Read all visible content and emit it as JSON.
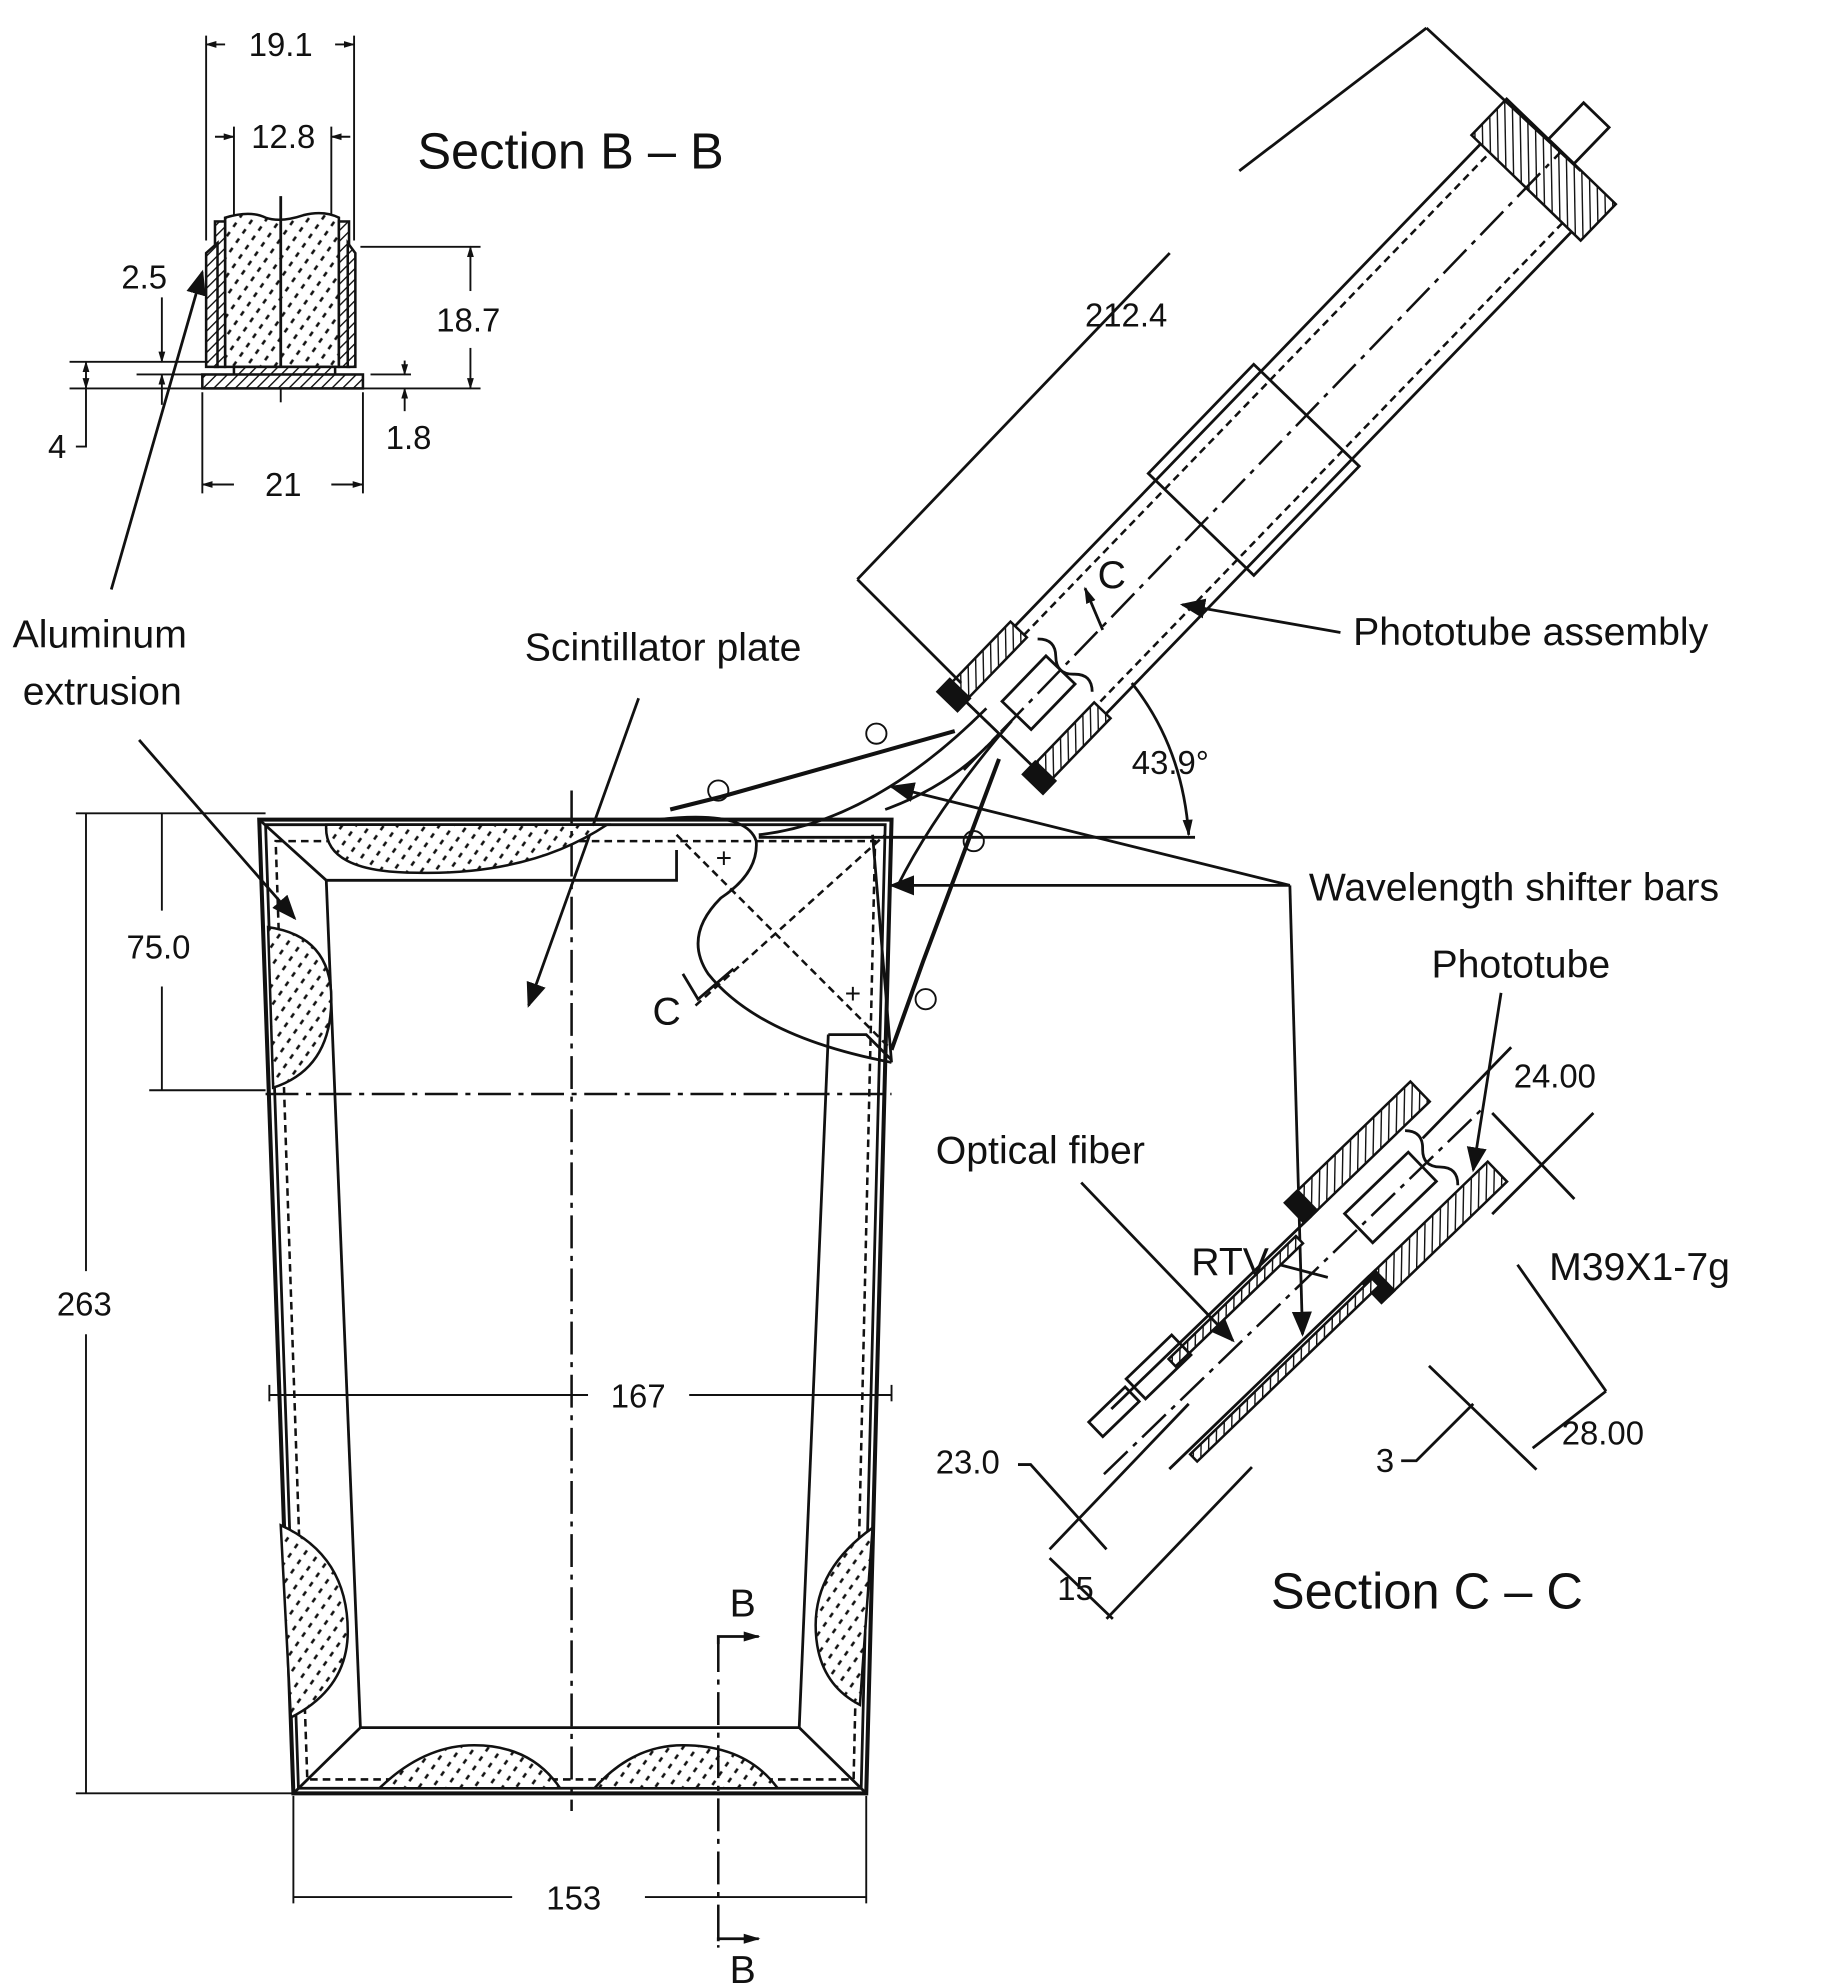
{
  "section_b": {
    "title": "Section B – B",
    "dims": {
      "overall_width": "19.1",
      "inner_width": "12.8",
      "height": "18.7",
      "lip": "2.5",
      "base_offset": "4",
      "base_thickness": "1.8",
      "base_width": "21"
    }
  },
  "section_c": {
    "title": "Section C – C",
    "dims": {
      "d24": "24.00",
      "thread": "M39X1-7g",
      "d28": "28.00",
      "d3": "3",
      "d23": "23.0",
      "d15": "15"
    }
  },
  "labels": {
    "aluminum_extrusion_1": "Aluminum",
    "aluminum_extrusion_2": "extrusion",
    "scintillator_plate": "Scintillator plate",
    "phototube_assembly": "Phototube assembly",
    "wavelength_shifter_bars": "Wavelength shifter bars",
    "phototube": "Phototube",
    "optical_fiber": "Optical fiber",
    "rtv": "RTV"
  },
  "main_dims": {
    "tube_length": "212.4",
    "angle": "43.9°",
    "top_offset": "75.0",
    "height": "263",
    "mid_width": "167",
    "bottom_width": "153"
  },
  "section_marks": {
    "c_upper": "C",
    "c_lower": "C",
    "b_upper": "B",
    "b_lower": "B"
  }
}
